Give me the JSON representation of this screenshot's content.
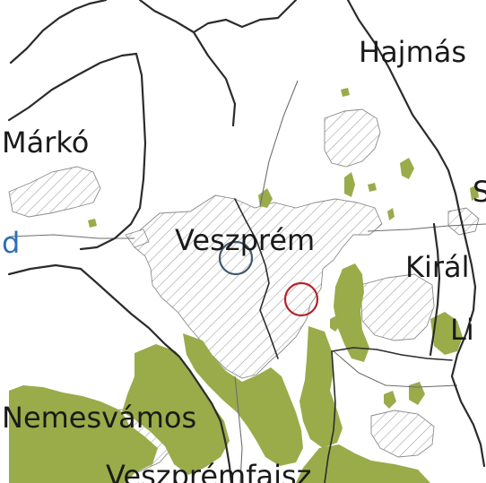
{
  "map": {
    "places": {
      "hajmas": "Hajmás",
      "marko": "Márkó",
      "left_cut": "d",
      "veszprem": "Veszprém",
      "kiral": "Királ",
      "li": "Li",
      "nemesvamos": "Nemesvámos",
      "veszpremfajsz": "Veszprémfajsz",
      "right_cut": "S"
    },
    "colors": {
      "forest": "#9aab4a",
      "boundary": "#2b2b2b",
      "hatch": "#9a9a9a",
      "marker_blue": "#3f5872",
      "marker_red": "#b3232a",
      "water_label": "#2c6fb5"
    },
    "markers": [
      {
        "id": "blue",
        "color": "#3f5872"
      },
      {
        "id": "red",
        "color": "#b3232a"
      }
    ]
  }
}
